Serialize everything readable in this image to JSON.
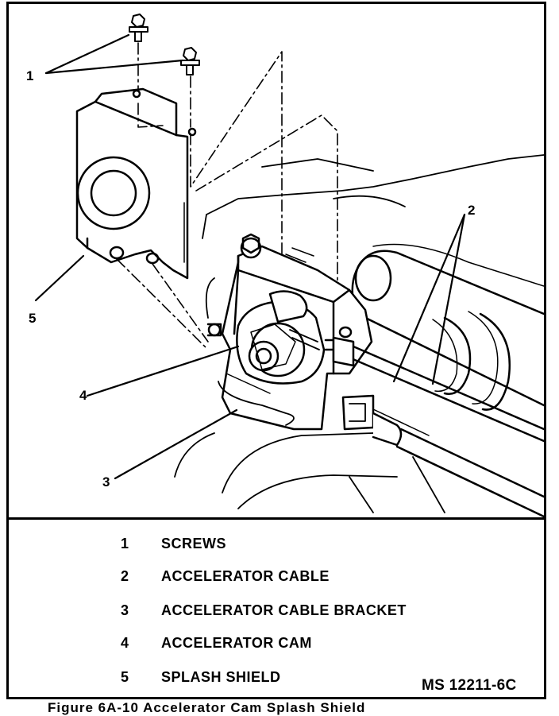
{
  "callouts": [
    "1",
    "2",
    "3",
    "4",
    "5"
  ],
  "legend": [
    {
      "num": "1",
      "label": "SCREWS"
    },
    {
      "num": "2",
      "label": "ACCELERATOR CABLE"
    },
    {
      "num": "3",
      "label": "ACCELERATOR CABLE BRACKET"
    },
    {
      "num": "4",
      "label": "ACCELERATOR CAM"
    },
    {
      "num": "5",
      "label": "SPLASH SHIELD"
    }
  ],
  "figure_id": "MS 12211-6C",
  "caption": "Figure 6A-10 Accelerator Cam Splash Shield"
}
